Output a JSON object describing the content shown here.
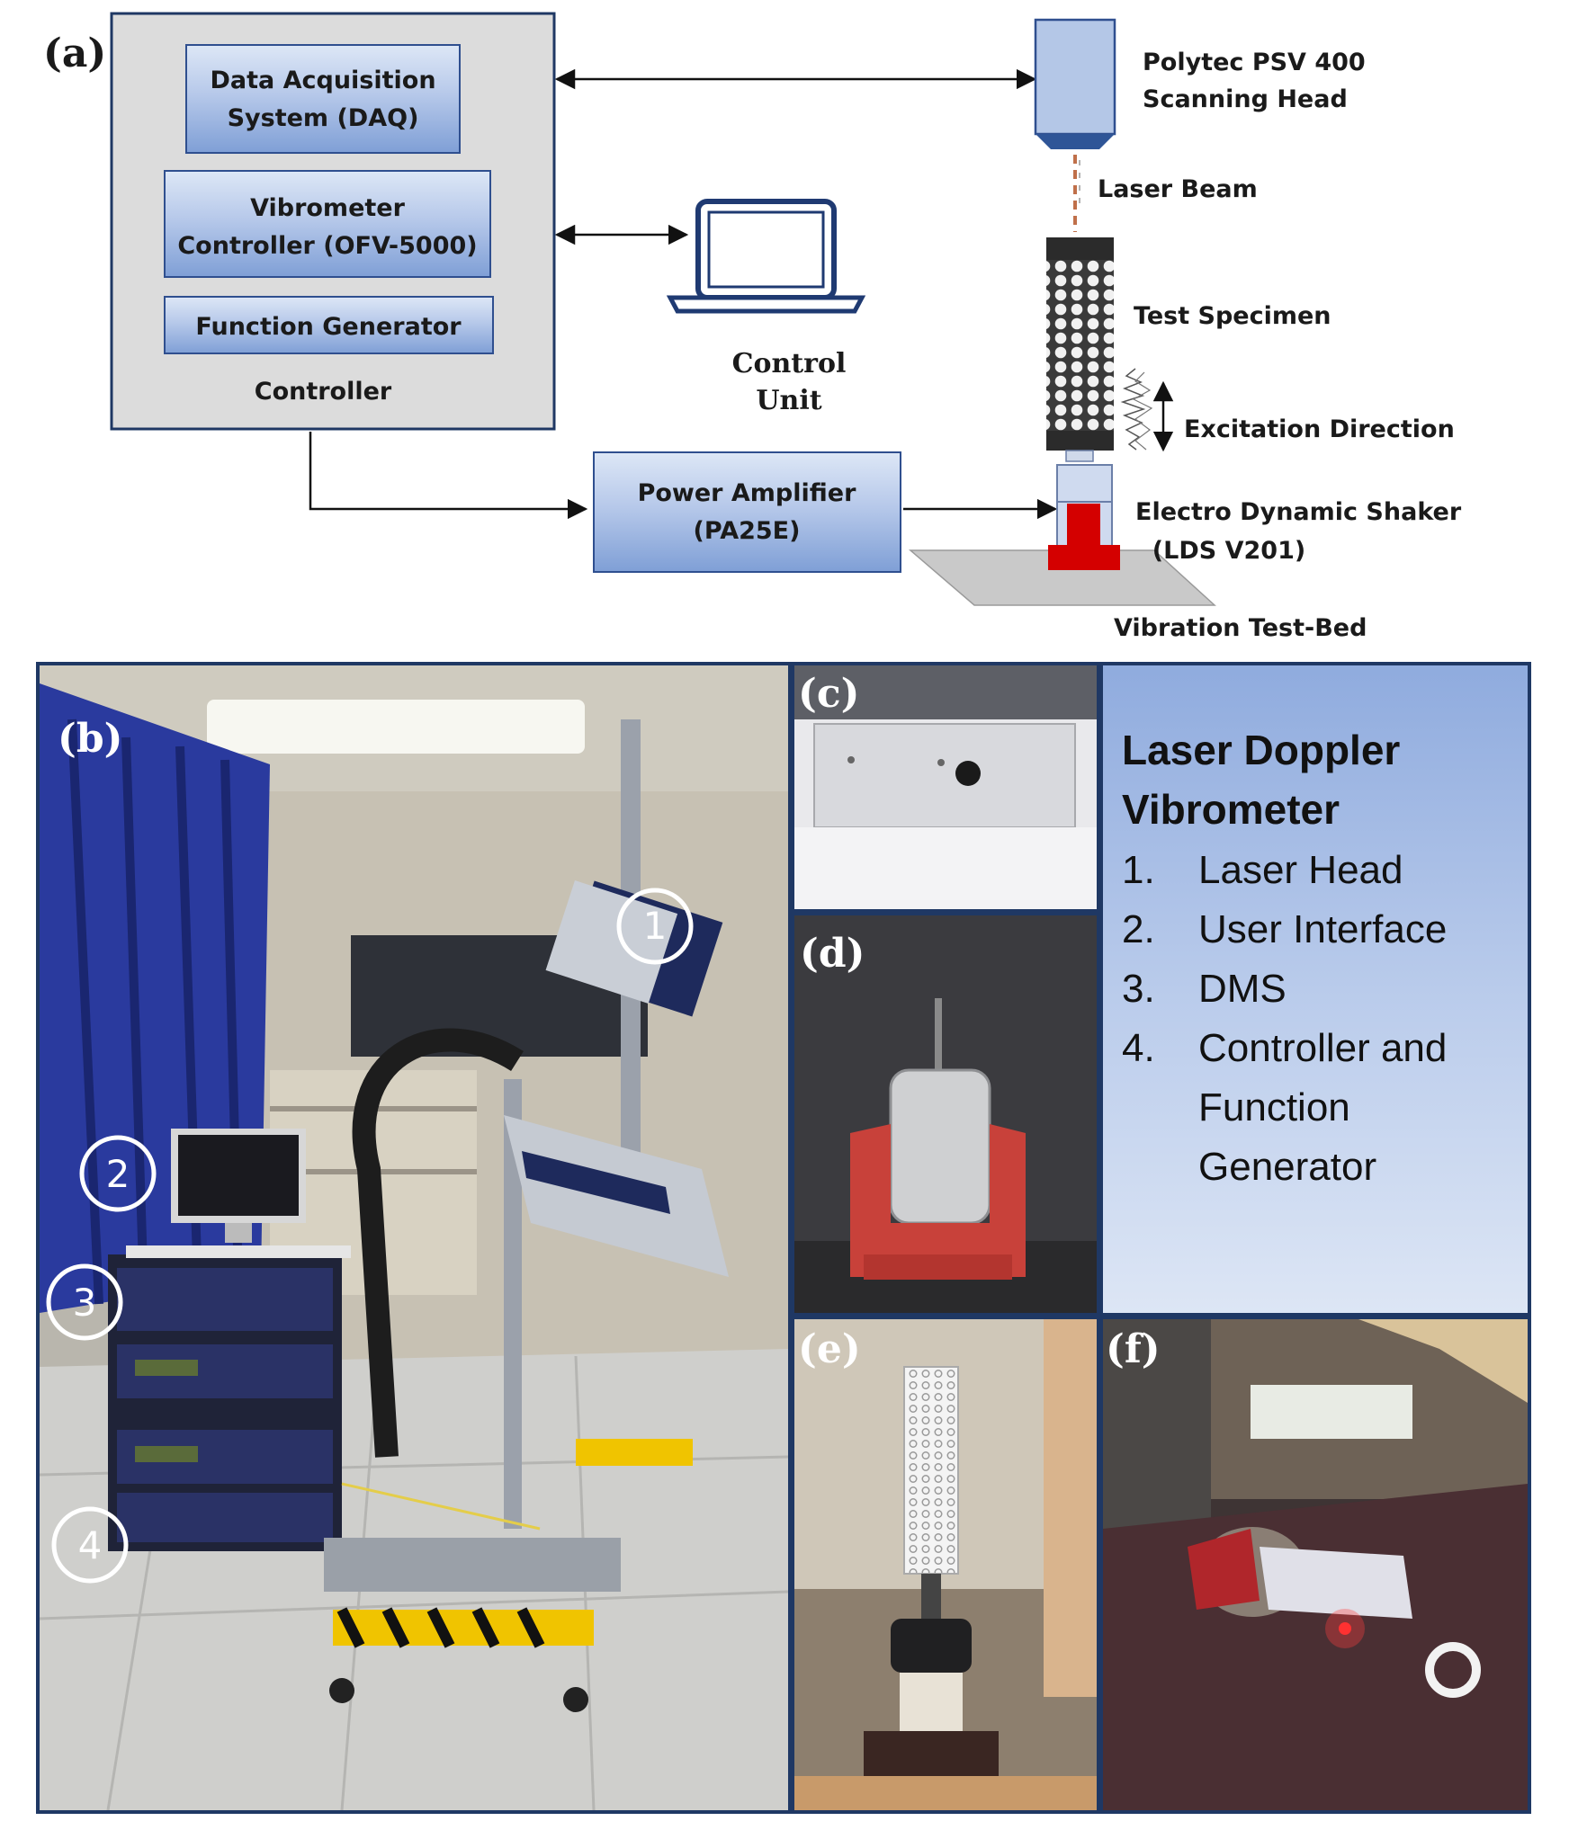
{
  "panel_labels": {
    "a": "(a)",
    "b": "(b)",
    "c": "(c)",
    "d": "(d)",
    "e": "(e)",
    "f": "(f)"
  },
  "controller": {
    "daq_line1": "Data Acquisition",
    "daq_line2": "System (DAQ)",
    "vib_line1": "Vibrometer",
    "vib_line2": "Controller (OFV-5000)",
    "function_generator": "Function Generator",
    "label": "Controller"
  },
  "control_unit": {
    "line1": "Control",
    "line2": "Unit"
  },
  "power_amplifier": {
    "line1": "Power Amplifier",
    "line2": "(PA25E)"
  },
  "scanning_head": {
    "line1": "Polytec PSV 400",
    "line2": "Scanning Head"
  },
  "laser_beam": "Laser Beam",
  "test_specimen": "Test Specimen",
  "excitation_direction": "Excitation Direction",
  "shaker": {
    "line1": "Electro Dynamic Shaker",
    "line2": "(LDS V201)"
  },
  "test_bed": "Vibration Test-Bed",
  "markers": [
    "1",
    "2",
    "3",
    "4"
  ],
  "legend": {
    "title_line1": "Laser Doppler",
    "title_line2": "Vibrometer",
    "items": [
      {
        "num": "1.",
        "lines": [
          "Laser Head"
        ]
      },
      {
        "num": "2.",
        "lines": [
          "User Interface"
        ]
      },
      {
        "num": "3.",
        "lines": [
          "DMS"
        ]
      },
      {
        "num": "4.",
        "lines": [
          "Controller and",
          "Function",
          "Generator"
        ]
      }
    ]
  },
  "colors": {
    "box_fill_top": "#c9d8ef",
    "box_fill_bottom": "#8eaadb",
    "frame_border": "#1f3864",
    "shaker_red": "#d40000",
    "beam": "#c0704a"
  }
}
